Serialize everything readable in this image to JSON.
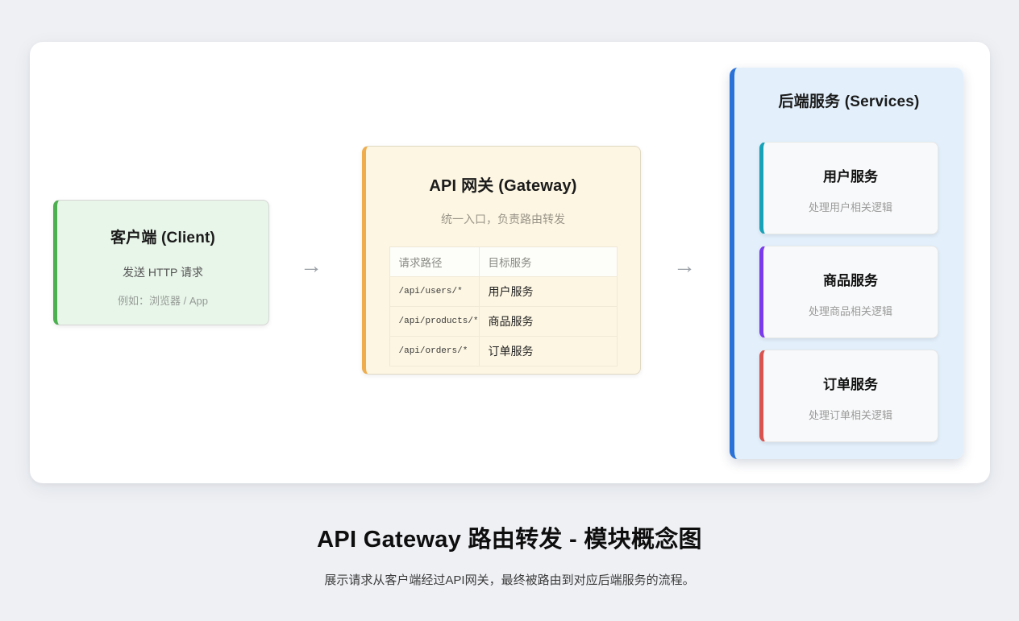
{
  "page": {
    "title": "API Gateway 路由转发 - 模块概念图",
    "subtitle": "展示请求从客户端经过API网关，最终被路由到对应后端服务的流程。"
  },
  "arrows": {
    "glyph": "→"
  },
  "client": {
    "title": "客户端 (Client)",
    "line1": "发送 HTTP 请求",
    "line2": "例如：浏览器 / App",
    "accent_color": "#4caf50"
  },
  "gateway": {
    "title": "API 网关 (Gateway)",
    "subtitle": "统一入口，负责路由转发",
    "accent_color": "#f0ad4e",
    "table": {
      "headers": [
        "请求路径",
        "目标服务"
      ],
      "rows": [
        {
          "path": "/api/users/*",
          "service": "用户服务"
        },
        {
          "path": "/api/products/*",
          "service": "商品服务"
        },
        {
          "path": "/api/orders/*",
          "service": "订单服务"
        }
      ]
    }
  },
  "services": {
    "title": "后端服务 (Services)",
    "accent_color": "#2b72d8",
    "cards": [
      {
        "title": "用户服务",
        "desc": "处理用户相关逻辑",
        "accent_color": "#17a2b8"
      },
      {
        "title": "商品服务",
        "desc": "处理商品相关逻辑",
        "accent_color": "#7c3aed"
      },
      {
        "title": "订单服务",
        "desc": "处理订单相关逻辑",
        "accent_color": "#d9534f"
      }
    ]
  }
}
